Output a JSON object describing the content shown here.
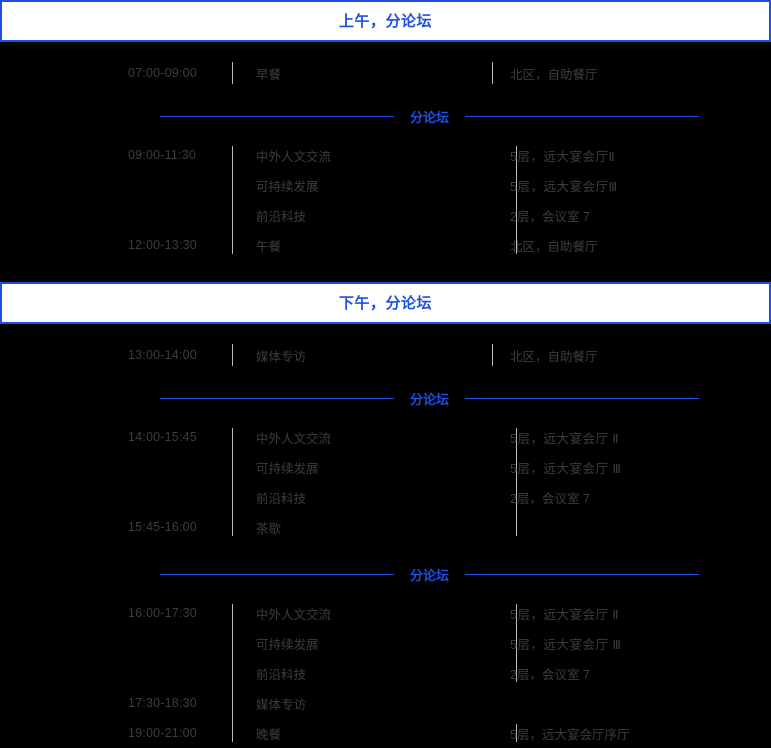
{
  "colors": {
    "accent": "#1f4fe0",
    "background": "#000000",
    "header_background": "#ffffff",
    "text": "#3d3d3d",
    "rule": "#b9b9b9"
  },
  "sections": [
    {
      "header": "上午，分论坛",
      "blocks": [
        {
          "type": "rows",
          "rows": [
            {
              "time": "07:00-09:00",
              "title": "早餐",
              "room": "北区，自助餐厅"
            }
          ]
        },
        {
          "type": "divider",
          "label": "分论坛"
        },
        {
          "type": "rows",
          "rows": [
            {
              "time": "09:00-11:30",
              "title": "中外人文交流",
              "room": "5层，远大宴会厅Ⅱ"
            },
            {
              "time": "",
              "title": "可持续发展",
              "room": "5层，远大宴会厅Ⅲ"
            },
            {
              "time": "",
              "title": "前沿科技",
              "room": "2层，会议室 7"
            },
            {
              "time": "12:00-13:30",
              "title": "午餐",
              "room": "北区，自助餐厅"
            }
          ]
        }
      ]
    },
    {
      "header": "下午，分论坛",
      "blocks": [
        {
          "type": "rows",
          "rows": [
            {
              "time": "13:00-14:00",
              "title": "媒体专访",
              "room": "北区，自助餐厅"
            }
          ]
        },
        {
          "type": "divider",
          "label": "分论坛"
        },
        {
          "type": "rows",
          "rows": [
            {
              "time": "14:00-15:45",
              "title": "中外人文交流",
              "room": "5层，远大宴会厅 Ⅱ"
            },
            {
              "time": "",
              "title": "可持续发展",
              "room": "5层，远大宴会厅 Ⅲ"
            },
            {
              "time": "",
              "title": "前沿科技",
              "room": "2层，会议室 7"
            },
            {
              "time": "15:45-16:00",
              "title": "茶歇",
              "room": ""
            }
          ]
        },
        {
          "type": "divider",
          "label": "分论坛"
        },
        {
          "type": "rows",
          "rows": [
            {
              "time": "16:00-17:30",
              "title": "中外人文交流",
              "room": "5层，远大宴会厅 Ⅱ"
            },
            {
              "time": "",
              "title": "可持续发展",
              "room": "5层，远大宴会厅 Ⅲ"
            },
            {
              "time": "",
              "title": "前沿科技",
              "room": "2层，会议室 7"
            },
            {
              "time": "17:30-18:30",
              "title": "媒体专访",
              "room": ""
            },
            {
              "time": "19:00-21:00",
              "title": "晚餐",
              "room": "5层，远大宴会厅序厅"
            }
          ]
        }
      ]
    }
  ]
}
